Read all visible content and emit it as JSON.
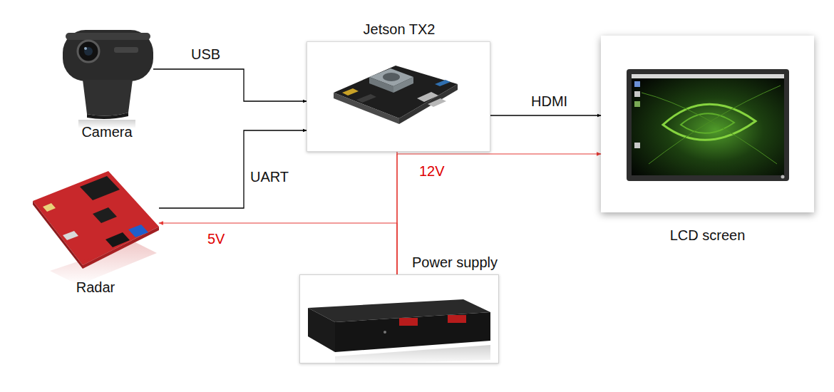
{
  "diagram": {
    "nodes": [
      {
        "text": [
          "Camera"
        ]
      },
      {
        "text": [
          "Jetson TX2"
        ]
      },
      {
        "text": [
          "LCD screen"
        ]
      },
      {
        "text": [
          "Radar"
        ]
      },
      {
        "text": [
          "Power supply"
        ]
      }
    ],
    "edges": [
      {
        "from": 0,
        "to": 1,
        "label": "USB",
        "arrow": "to"
      },
      {
        "from": 3,
        "to": 1,
        "label": "UART",
        "arrow": "to"
      },
      {
        "from": 1,
        "to": 2,
        "label": "HDMI",
        "arrow": "to"
      },
      {
        "from": 4,
        "to": 1,
        "arrow": "none"
      },
      {
        "from": 4,
        "to": 2,
        "label": "12V",
        "arrow": "to"
      },
      {
        "from": 4,
        "to": 3,
        "label": "5V",
        "arrow": "to"
      }
    ]
  }
}
